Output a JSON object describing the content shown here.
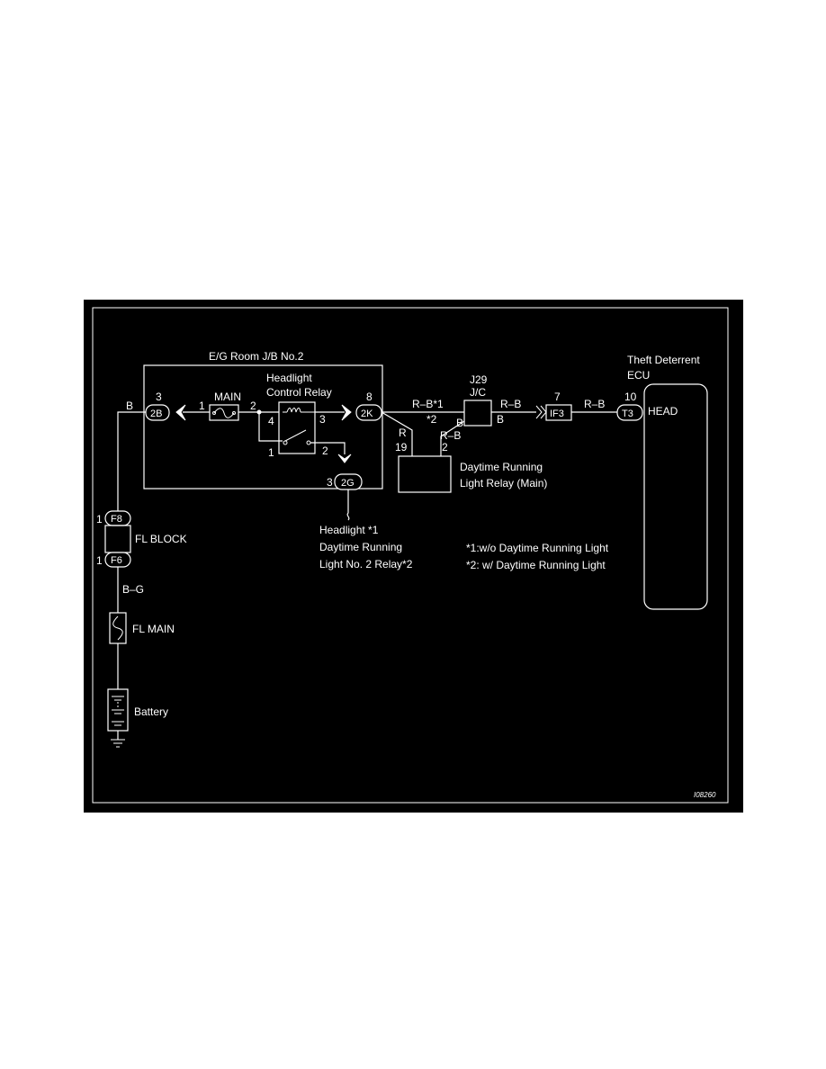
{
  "title": {
    "junction_block": "E/G Room J/B No.2",
    "ecu": [
      "Theft Deterrent",
      "ECU"
    ]
  },
  "connectors": {
    "c2B": "2B",
    "c2K": "2K",
    "c2G": "2G",
    "cIF3": "IF3",
    "cT3": "T3",
    "cF8": "F8",
    "cF6": "F6"
  },
  "pins": {
    "p2B": "3",
    "pMain1": "1",
    "pMain2": "2",
    "pRelay4": "4",
    "pRelay3": "3",
    "pRelay1": "1",
    "pRelay2": "2",
    "p2K": "8",
    "p2G": "3",
    "pIF3": "7",
    "pT3": "10",
    "pF8": "1",
    "pF6": "1",
    "pDrl19": "19",
    "pDrl2": "2"
  },
  "components": {
    "main_fuse": "MAIN",
    "relay": [
      "Headlight",
      "Control Relay"
    ],
    "jc": [
      "J29",
      "J/C"
    ],
    "drl_relay": [
      "Daytime Running",
      "Light Relay (Main)"
    ],
    "ecu_terminal": "HEAD",
    "fl_block": "FL BLOCK",
    "fl_main": "FL MAIN",
    "battery": "Battery",
    "to_2g": [
      "Headlight *1",
      "Daytime Running",
      "Light No. 2 Relay*2"
    ]
  },
  "wires": {
    "w_b": "B",
    "w_rb1": "R–B*1",
    "w_star2": "*2",
    "w_rb_jc": "R–B",
    "w_b_jc1": "B",
    "w_b_jc2": "B",
    "w_rb_t3": "R–B",
    "w_r": "R",
    "w_rb_drl": "R–B",
    "w_bg": "B–G"
  },
  "notes": [
    "*1:w/o Daytime Running Light",
    "*2: w/ Daytime Running Light"
  ],
  "figure_id": "I08260",
  "colors": {
    "background": "#000000",
    "line": "#ffffff",
    "page": "#ffffff"
  }
}
